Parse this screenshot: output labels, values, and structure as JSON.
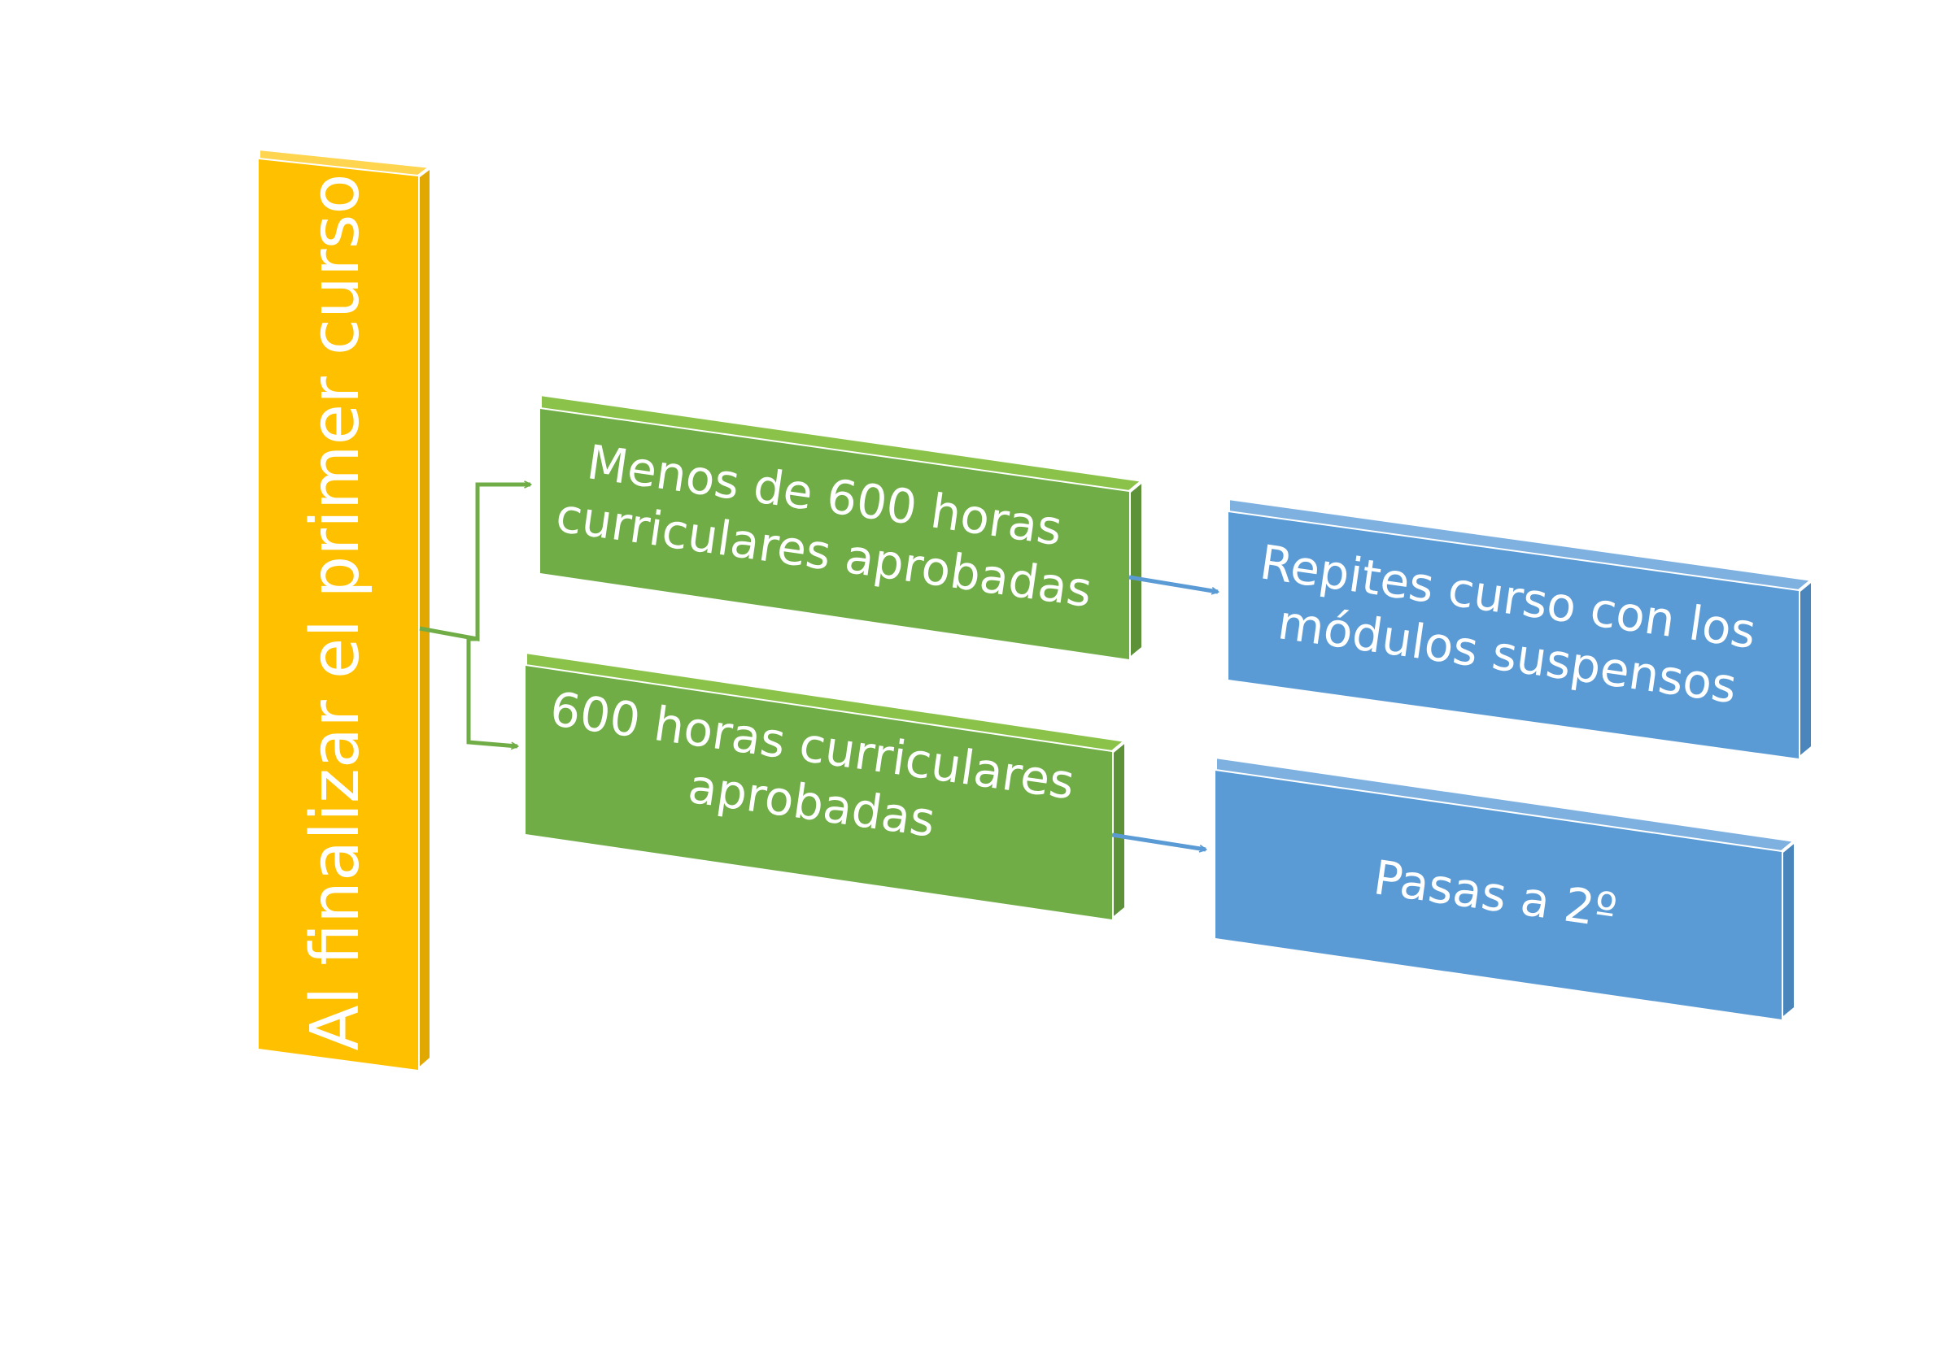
{
  "colors": {
    "root_box": "#FFC000",
    "root_box_dark": "#E0A800",
    "condition_box": "#70AD47",
    "condition_box_dark": "#5E9239",
    "result_box": "#5B9BD5",
    "result_box_dark": "#4A85BC",
    "condition_connector": "#70AD47",
    "result_connector": "#5B9BD5",
    "text": "#FFFFFF"
  },
  "root": {
    "label": "Al finalizar el primer curso"
  },
  "conditions": [
    {
      "lines": [
        "Menos de 600 horas",
        "curriculares aprobadas"
      ]
    },
    {
      "lines": [
        "600 horas curriculares",
        "aprobadas"
      ]
    }
  ],
  "results": [
    {
      "lines": [
        "Repites curso con los",
        "módulos suspensos"
      ]
    },
    {
      "lines": [
        "Pasas a 2º"
      ]
    }
  ]
}
